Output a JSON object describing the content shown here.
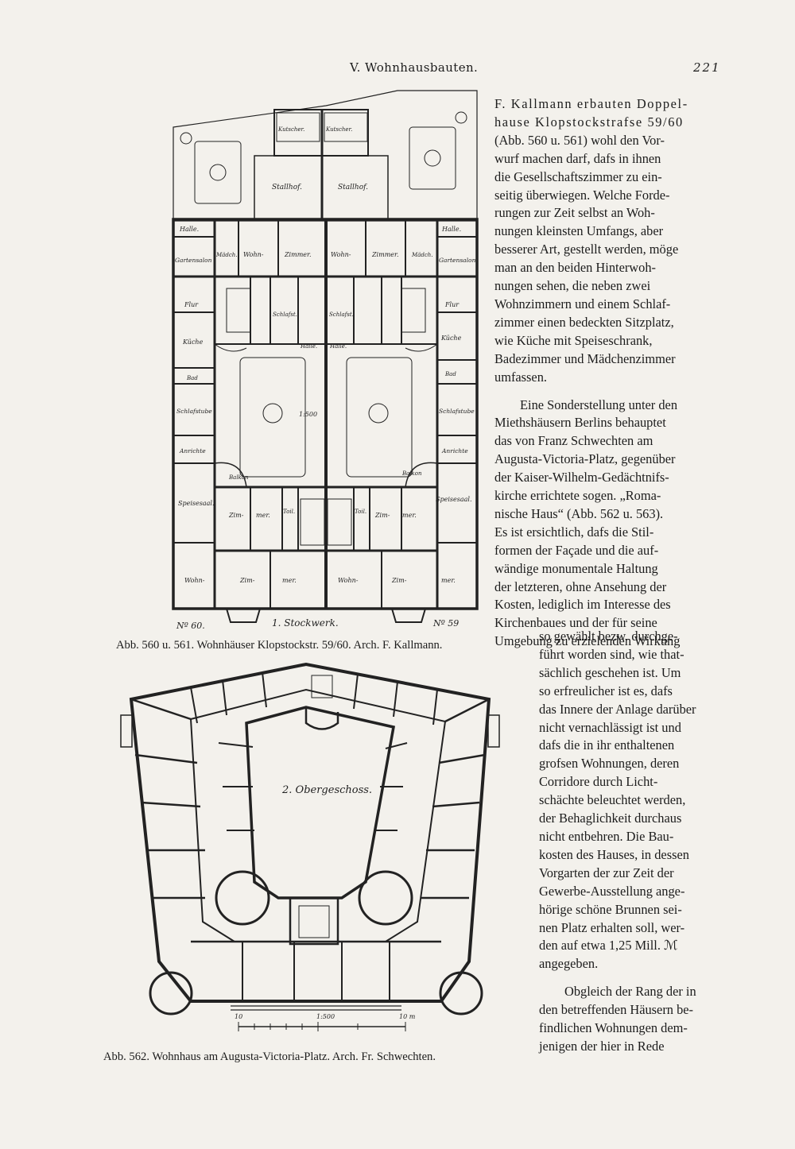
{
  "running_head": {
    "title": "V. Wohnhausbauten.",
    "page_number": "221"
  },
  "text_block_1": [
    "F. Kallmann erbauten Doppel-",
    "hause Klopstockstrafse 59/60",
    "(Abb. 560 u. 561) wohl den Vor-",
    "wurf machen darf, dafs in ihnen",
    "die Gesellschaftszimmer zu ein-",
    "seitig überwiegen. Welche Forde-",
    "rungen zur Zeit selbst an Woh-",
    "nungen kleinsten Umfangs, aber",
    "besserer Art, gestellt werden, möge",
    "man an den beiden Hinterwoh-",
    "nungen sehen, die neben zwei",
    "Wohnzimmern und einem Schlaf-",
    "zimmer einen bedeckten Sitzplatz,",
    "wie Küche mit Speiseschrank,",
    "Badezimmer und Mädchenzimmer",
    "umfassen."
  ],
  "text_block_2": [
    "Eine Sonderstellung unter den",
    "Miethshäusern Berlins behauptet",
    "das von Franz Schwechten am",
    "Augusta-Victoria-Platz, gegenüber",
    "der Kaiser-Wilhelm-Gedächtnifs-",
    "kirche errichtete sogen. „Roma-",
    "nische Haus“ (Abb. 562 u. 563).",
    "Es ist ersichtlich, dafs die Stil-",
    "formen der Façade und die auf-",
    "wändige monumentale Haltung",
    "der letzteren, ohne Ansehung der",
    "Kosten, lediglich im Interesse des",
    "Kirchenbaues und der für seine",
    "Umgebung zu erzielenden Wirkung"
  ],
  "text_block_3": [
    "so gewählt bezw. durchge-",
    "führt worden sind, wie that-",
    "sächlich geschehen ist. Um",
    "so erfreulicher ist es, dafs",
    "das Innere der Anlage darüber",
    "nicht vernachlässigt ist und",
    "dafs die in ihr enthaltenen",
    "grofsen Wohnungen, deren",
    "Corridore durch Licht-",
    "schächte beleuchtet werden,",
    "der Behaglichkeit durchaus",
    "nicht entbehren. Die Bau-",
    "kosten des Hauses, in dessen",
    "Vorgarten der zur Zeit der",
    "Gewerbe-Ausstellung ange-",
    "hörige schöne Brunnen sei-",
    "nen Platz erhalten soll, wer-",
    "den auf etwa 1,25 Mill. ℳ",
    "angegeben."
  ],
  "text_block_4": [
    "Obgleich der Rang der in",
    "den betreffenden Häusern be-",
    "findlichen Wohnungen dem-",
    "jenigen der hier in Rede"
  ],
  "figure_1": {
    "caption": "Abb. 560 u. 561. Wohnhäuser Klopstockstr. 59/60. Arch. F. Kallmann.",
    "labels": {
      "stallhof": "Stallhof.",
      "kutscher": "Kutscher.",
      "halle": "Halle.",
      "gartensalon": "Gartensalon",
      "maedchen": "Mädch.",
      "wohn": "Wohn-",
      "zimmer": "Zimmer.",
      "flur": "Flur",
      "kueche": "Küche",
      "schlafst": "Schlafst.",
      "bad": "Bad",
      "schlafstube": "Schlafstube",
      "anrichte": "Anrichte",
      "balkon": "Balkon",
      "speisesaal": "Speisesaal.",
      "zim": "Zim-",
      "mer": "mer.",
      "toil": "Toil.",
      "scale": "1:500",
      "floor": "1. Stockwerk.",
      "no60": "Nº 60.",
      "no59": "Nº 59"
    }
  },
  "figure_2": {
    "caption": "Abb. 562. Wohnhaus am Augusta-Victoria-Platz. Arch. Fr. Schwechten.",
    "labels": {
      "floor": "2. Obergeschoss.",
      "scale": "1:500",
      "scale_start": "10",
      "scale_end": "10 m"
    }
  }
}
